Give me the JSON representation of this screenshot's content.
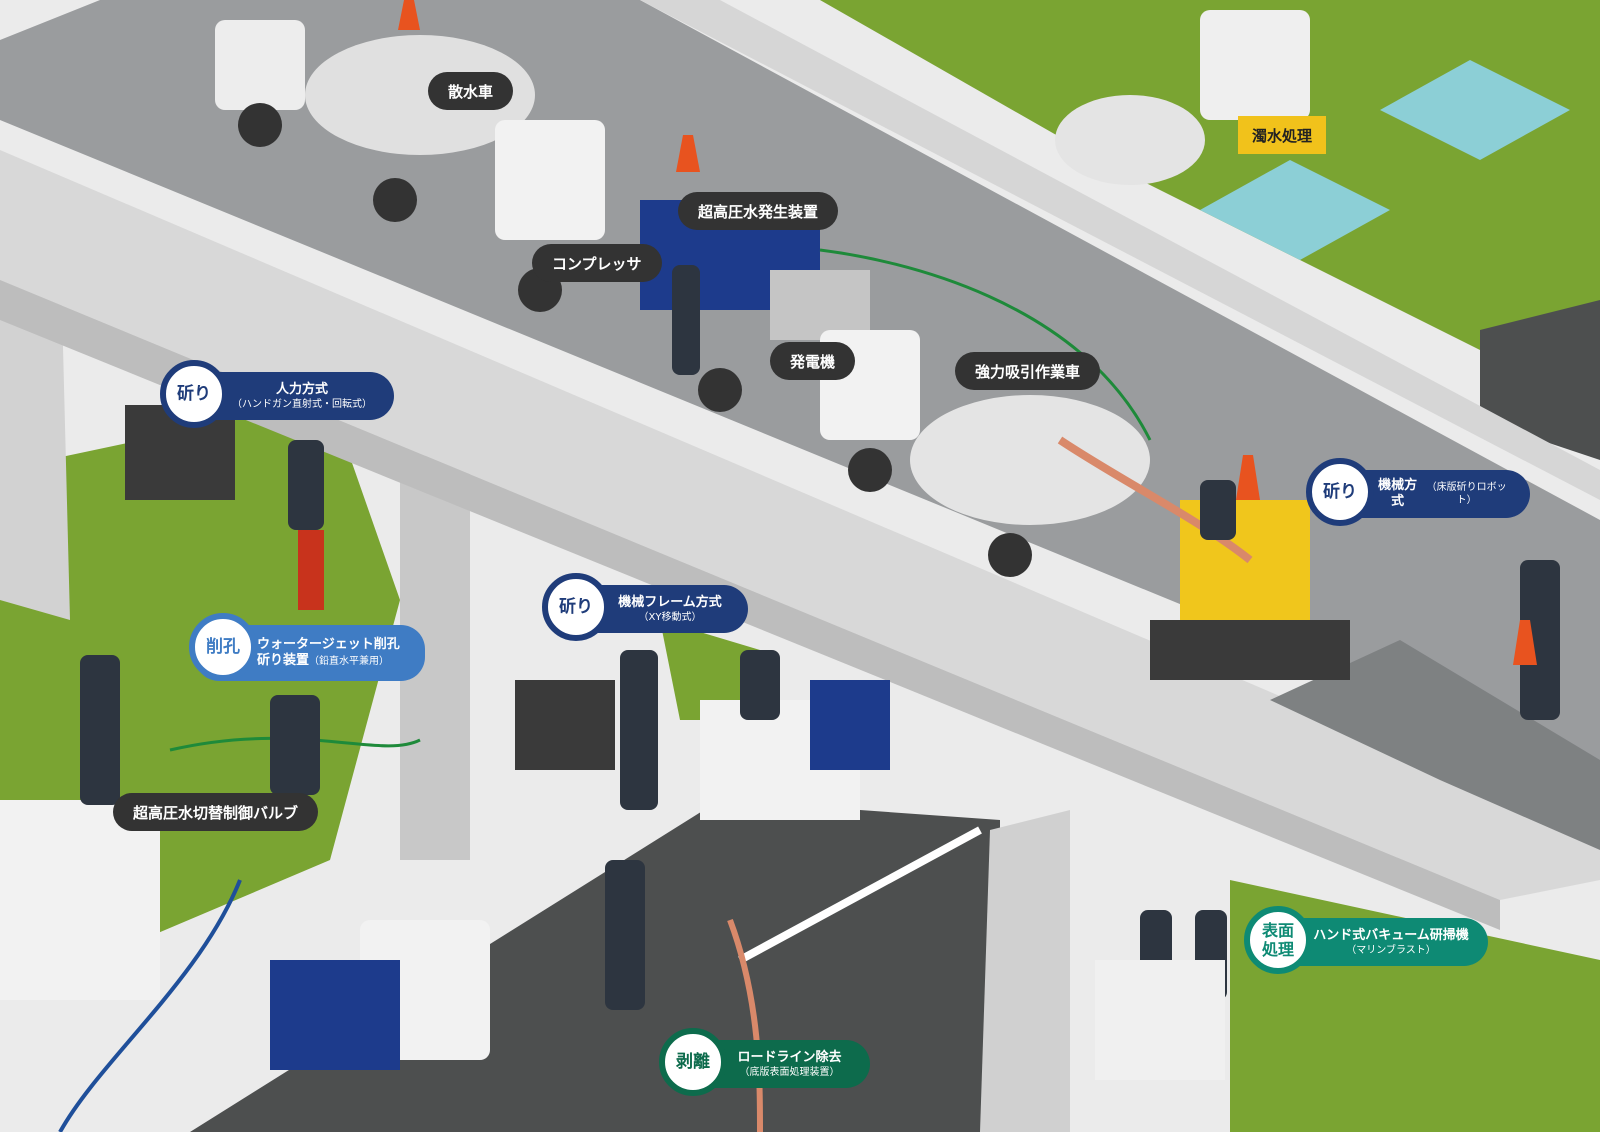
{
  "colors": {
    "grass": "#7aa432",
    "road": "#4d4f4f",
    "deck": "#9a9c9e",
    "concrete": "#dcdcdc",
    "dark_label": "#333333",
    "navy": "#1f3c7a",
    "blue": "#3f7cc4",
    "teal": "#0e8a74",
    "green": "#0d6b4c",
    "yellow": "#f1c21b"
  },
  "labels": {
    "sansuisha": "散水車",
    "chokoatsu": "超高圧水発生装置",
    "compressor": "コンプレッサ",
    "hatsudenki": "発電機",
    "kyoryoku": "強力吸引作業車",
    "dakusui": "濁水処理",
    "valve": "超高圧水切替制御バルブ"
  },
  "badges": {
    "hatsuri": "斫り",
    "sakko": "削孔",
    "hyomen_line1": "表面",
    "hyomen_line2": "処理",
    "hakuri": "剥離"
  },
  "methods": {
    "jinryoku": {
      "main": "人力方式",
      "sub": "（ハンドガン直射式・回転式）"
    },
    "kikai_robot": {
      "main": "機械方式",
      "sub": "（床版斫りロボット）"
    },
    "kikai_frame": {
      "main": "機械フレーム方式",
      "sub": "（XY移動式）"
    },
    "waterjet": {
      "main1": "ウォータージェット削孔",
      "main2": "斫り装置",
      "sub": "（鉛直水平兼用）"
    },
    "hand_vacuum": {
      "main": "ハンド式バキューム研掃機",
      "sub": "（マリンブラスト）"
    },
    "roadline": {
      "main": "ロードライン除去",
      "sub": "（底版表面処理装置）"
    }
  }
}
